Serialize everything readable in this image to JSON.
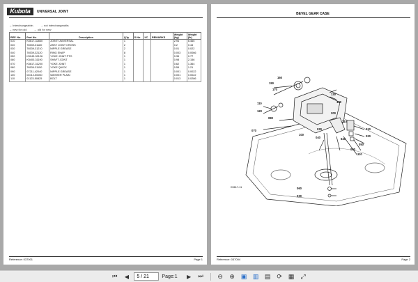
{
  "left_page": {
    "logo": "Kubota",
    "title": "UNIVERSAL JOINT",
    "legend": [
      "↔ Interchangeable;",
      "→ not interchangeable;",
      "↔ new for old;",
      "← old for new"
    ],
    "columns": [
      "REF. No.",
      "Part No.",
      "Description",
      "Q'ty",
      "S.No.",
      "I/C",
      "REMARKS",
      "Weight\n(kg)",
      "Weight\n(lb)"
    ],
    "rows": [
      [
        "010",
        "K5617-32830",
        "JOINT UNIVERSAL",
        "1",
        "",
        "",
        "",
        "2.94",
        "6.465"
      ],
      [
        "020",
        "76539-31180",
        "ASSY JOINT CROSS",
        "2",
        "",
        "",
        "",
        "0.2",
        "0.44"
      ],
      [
        "030",
        "76539-31210",
        "NIPPLE GREASE",
        "2",
        "",
        "",
        "",
        "0.01",
        "0.022"
      ],
      [
        "040",
        "76539-32120",
        "RING SNAP",
        "8",
        "",
        "",
        "",
        "0.003",
        "0.0066"
      ],
      [
        "050",
        "K5243-32126",
        "YOKE JOINT PTO",
        "1",
        "",
        "",
        "",
        "0.35",
        "0.77"
      ],
      [
        "060",
        "K5400-31190",
        "SHAFT JOINT",
        "1",
        "",
        "",
        "",
        "0.98",
        "2.156"
      ],
      [
        "070",
        "K5617-31200",
        "YOKE JOINT",
        "1",
        "",
        "",
        "",
        "0.62",
        "1.364"
      ],
      [
        "080",
        "76539-31150",
        "YOKE QUICK",
        "1",
        "",
        "",
        "",
        "0.55",
        "1.21"
      ],
      [
        "090",
        "07211-42040",
        "NIPPLE GREASE",
        "1",
        "",
        "",
        "",
        "0.001",
        "0.0022"
      ],
      [
        "100",
        "04012-50060",
        "WASHER PLAIN",
        "1",
        "",
        "",
        "",
        "0.001",
        "0.0022"
      ],
      [
        "110",
        "01123-50825",
        "BOLT",
        "1",
        "",
        "",
        "",
        "0.013",
        "0.0286"
      ]
    ],
    "reference": "Reference: 037001",
    "page_label": "Page 1"
  },
  "right_page": {
    "title": "BEVEL GEAR CASE",
    "callouts": [
      "150",
      "160",
      "170",
      "110",
      "120",
      "130",
      "080",
      "070",
      "140",
      "200",
      "210",
      "010",
      "020",
      "050",
      "640",
      "030",
      "040",
      "090",
      "110",
      "100",
      "060",
      "030"
    ],
    "figure_code": "K5617-11",
    "reference": "Reference: 037004",
    "page_label": "Page 2"
  },
  "toolbar": {
    "page_value": "5 / 21",
    "page_total": "Page:1",
    "first_icon": "first-page-icon",
    "prev_icon": "previous-page-icon",
    "next_icon": "next-page-icon",
    "last_icon": "last-page-icon"
  }
}
